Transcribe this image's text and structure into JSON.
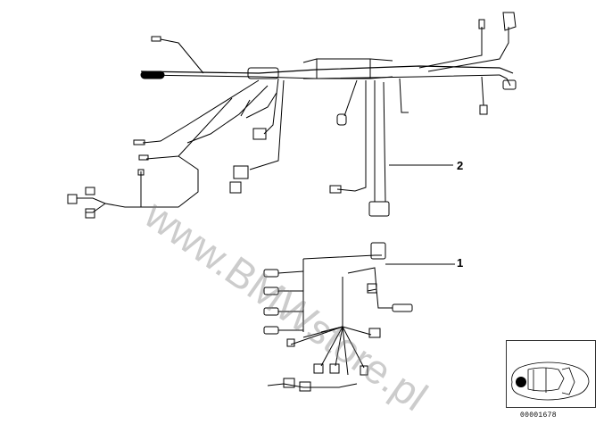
{
  "diagram": {
    "callouts": [
      {
        "id": "2",
        "label": "2"
      },
      {
        "id": "1",
        "label": "1"
      }
    ],
    "part_number": "00001678",
    "watermark": "www.BMWstore.pl"
  }
}
